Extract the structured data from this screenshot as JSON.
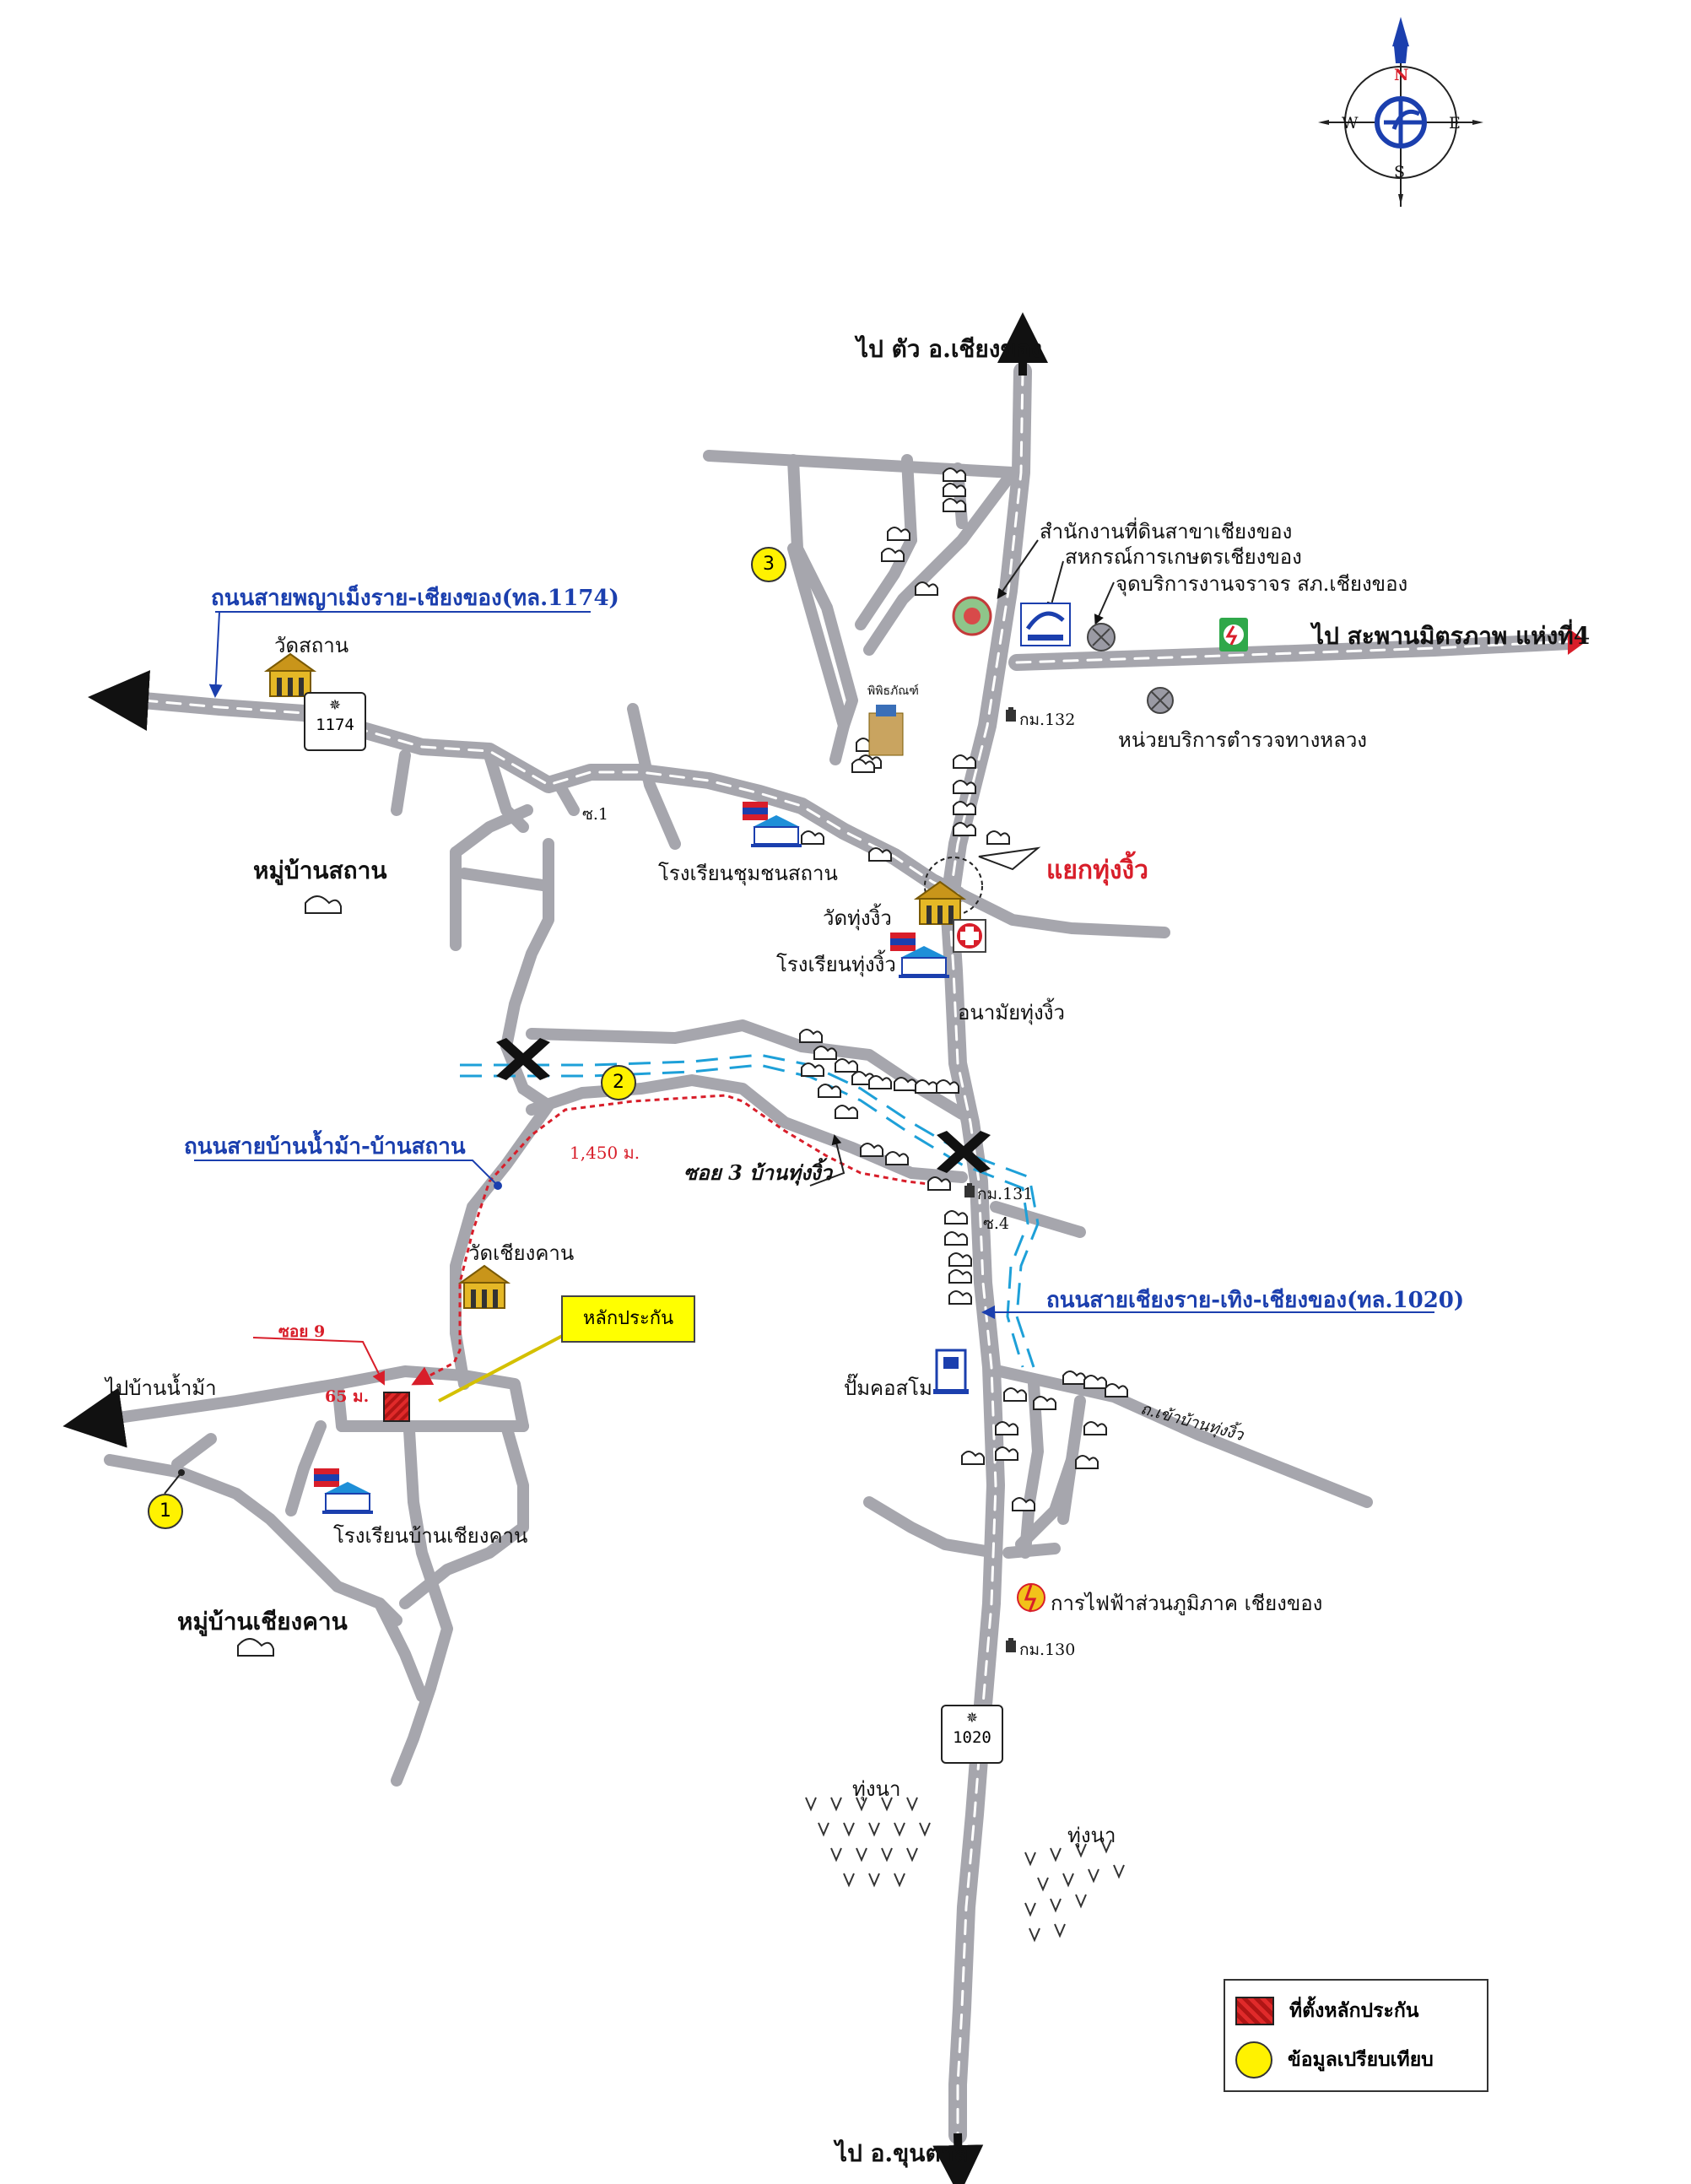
{
  "compass": {
    "n": "N",
    "s": "S",
    "e": "E",
    "w": "W"
  },
  "directions": {
    "north": "ไป ตัว อ.เชียงของ",
    "east": "ไป สะพานมิตรภาพ แห่งที่4",
    "south": "ไป อ.ขุนตาล",
    "west": "ไปบ้านน้ำม้า"
  },
  "roads": {
    "road_1174": "ถนนสายพญาเม็งราย-เชียงของ(ทล.1174)",
    "road_nam_ma": "ถนนสายบ้านน้ำม้า-บ้านสถาน",
    "road_1020": "ถนนสายเชียงราย-เทิง-เชียงของ(ทล.1020)",
    "shield_1174": "1174",
    "shield_1020": "1020"
  },
  "places": {
    "wat_sathan": "วัดสถาน",
    "village_sathan": "หมู่บ้านสถาน",
    "soi_1": "ซ.1",
    "school_chumchon_sathan": "โรงเรียนชุมชนสถาน",
    "museum": "พิพิธภัณฑ์",
    "land_office": "สำนักงานที่ดินสาขาเชียงของ",
    "coop": "สหกรณ์การเกษตรเชียงของ",
    "police_service": "จุดบริการงานจราจร สภ.เชียงของ",
    "highway_police": "หน่วยบริการตำรวจทางหลวง",
    "km_132": "กม.132",
    "intersection": "แยกทุ่งงิ้ว",
    "wat_thung_ngio": "วัดทุ่งงิ้ว",
    "school_thung_ngio": "โรงเรียนทุ่งงิ้ว",
    "health_station": "อนามัยทุ่งงิ้ว",
    "distance_1450": "1,450 ม.",
    "soi_3": "ซอย 3 บ้านทุ่งงิ้ว",
    "km_131": "กม.131",
    "soi_4": "ซ.4",
    "wat_chiang_khan": "วัดเชียงคาน",
    "soi_9": "ซอย 9",
    "dist_65": "65 ม.",
    "collateral_callout": "หลักประกัน",
    "gas_station": "ปั๊มคอสโม",
    "road_to_thung_ngio": "ถ.เข้าบ้านทุ่งงิ้ว",
    "school_chiang_khan": "โรงเรียนบ้านเชียงคาน",
    "village_chiang_khan": "หมู่บ้านเชียงคาน",
    "pea_office": "การไฟฟ้าส่วนภูมิภาค เชียงของ",
    "km_130": "กม.130",
    "rice_field_left": "ทุ่งนา",
    "rice_field_right": "ทุ่งนา"
  },
  "markers": {
    "m1": "1",
    "m2": "2",
    "m3": "3"
  },
  "legend": {
    "collateral_location": "ที่ตั้งหลักประกัน",
    "comparison_data": "ข้อมูลเปรียบเทียบ"
  },
  "colors": {
    "road": "#a6a6ad",
    "highway_label": "#1b3fae",
    "route_red": "#d81e2a",
    "marker_yellow": "#fff200",
    "stream": "#1ea0d8"
  }
}
